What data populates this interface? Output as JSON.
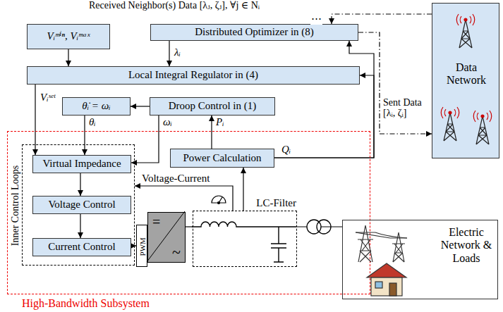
{
  "diagram": {
    "nodes": [
      {
        "text": [
          "Distributed Optimizer in (8)"
        ]
      },
      {
        "text": [
          "Vᵢᵐⁱⁿ, Vᵢᵐᵃˣ"
        ]
      },
      {
        "text": [
          "Local Integral Regulator in (4)"
        ]
      },
      {
        "text": [
          "θ̇ᵢ = ωᵢ"
        ]
      },
      {
        "text": [
          "Droop Control in (1)"
        ]
      },
      {
        "text": [
          "High-Bandwidth Subsystem"
        ]
      },
      {
        "text": [
          "Inner Control Loops"
        ],
        "in": 5
      },
      {
        "text": [
          "Virtual Impedance"
        ],
        "in": 6
      },
      {
        "text": [
          "Voltage Control"
        ],
        "in": 6
      },
      {
        "text": [
          "Current Control"
        ],
        "in": 6
      },
      {
        "text": [
          "PWM"
        ],
        "in": 5
      },
      {
        "text": [
          "=",
          "~"
        ],
        "in": 5
      },
      {
        "text": [
          "LC-Filter"
        ],
        "in": 5
      },
      {
        "text": [
          "Power Calculation"
        ],
        "in": 5
      },
      {
        "text": [
          "Data Network"
        ]
      },
      {
        "text": [
          "Electric Network & Loads"
        ]
      }
    ],
    "edges": [
      {
        "from": 14,
        "to": 0,
        "arrow": "to",
        "label": "Received Neighbor(s) Data [λⱼ, ζⱼ], ∀j ∈ Nᵢ"
      },
      {
        "from": 0,
        "to": 14,
        "arrow": "to",
        "label": "Sent Data [λᵢ, ζᵢ]"
      },
      {
        "from": 1,
        "to": 2,
        "arrow": "to"
      },
      {
        "from": 0,
        "to": 2,
        "arrow": "to",
        "label": "λᵢ"
      },
      {
        "from": 13,
        "to": 0,
        "arrow": "to",
        "label": "Qᵢ"
      },
      {
        "from": 13,
        "to": 2,
        "arrow": "to"
      },
      {
        "from": 2,
        "to": 7,
        "arrow": "to",
        "label": "Vᵢˢᵉᵗ"
      },
      {
        "from": 3,
        "to": 7,
        "arrow": "to",
        "label": "θᵢ"
      },
      {
        "from": 4,
        "to": 3,
        "arrow": "to"
      },
      {
        "from": 4,
        "to": 7,
        "arrow": "to",
        "label": "ωᵢ"
      },
      {
        "from": 13,
        "to": 4,
        "arrow": "to",
        "label": "Pᵢ"
      },
      {
        "from": 7,
        "to": 8,
        "arrow": "to"
      },
      {
        "from": 8,
        "to": 9,
        "arrow": "to"
      },
      {
        "from": 9,
        "to": 10,
        "arrow": "to"
      },
      {
        "from": 11,
        "to": 12,
        "arrow": "none"
      },
      {
        "from": 12,
        "to": 15,
        "arrow": "none"
      },
      {
        "from": 12,
        "to": 13,
        "arrow": "to"
      },
      {
        "from": 12,
        "to": 6,
        "arrow": "to",
        "label": "Voltage-Current"
      }
    ],
    "labels": [
      "⋯"
    ]
  }
}
